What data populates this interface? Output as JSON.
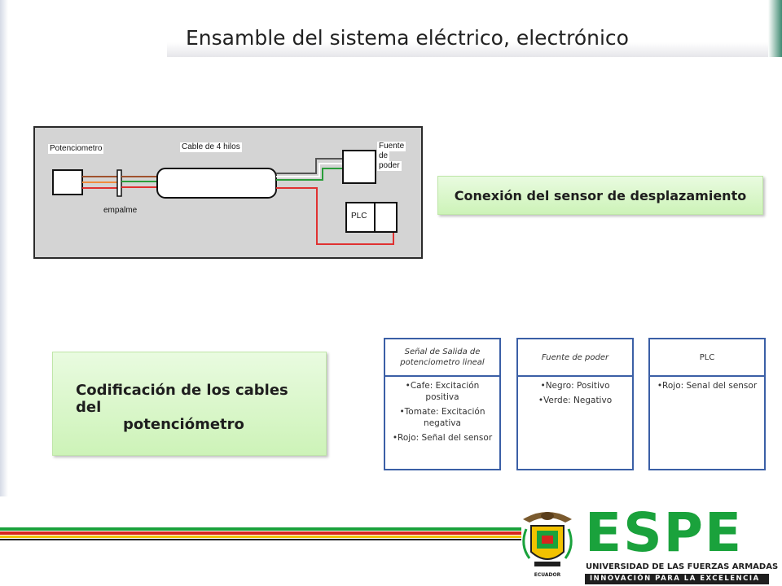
{
  "slide": {
    "title": "Ensamble del sistema eléctrico, electrónico"
  },
  "diagram": {
    "labels": {
      "potenciometro": "Potenciometro",
      "cable": "Cable de 4 hilos",
      "fuente_line1": "Fuente",
      "fuente_line2": "de",
      "fuente_line3": "poder",
      "empalme": "empalme",
      "plc": "PLC"
    },
    "wire_colors": {
      "brown": "#a0522d",
      "orange": "#f08a3c",
      "green": "#2a9d3a",
      "red": "#e03131"
    }
  },
  "callouts": {
    "conexion": "Conexión del sensor de desplazamiento",
    "codificacion_line1": "Codificación de los cables del",
    "codificacion_line2": "potenciómetro"
  },
  "cards": [
    {
      "header": "Señal de Salida de potenciometro lineal",
      "items": [
        "•Cafe: Excitación positiva",
        "•Tomate: Excitación negativa",
        "•Rojo: Señal del sensor"
      ]
    },
    {
      "header": "Fuente de poder",
      "items": [
        "•Negro: Positivo",
        "•Verde: Negativo"
      ]
    },
    {
      "header": "PLC",
      "items": [
        "•Rojo: Senal del sensor"
      ]
    }
  ],
  "logo": {
    "wordmark": "ESPE",
    "university": "UNIVERSIDAD DE LAS FUERZAS ARMADAS",
    "tagline": "INNOVACIÓN PARA LA EXCELENCIA",
    "shield_caption": "ECUADOR",
    "colors": {
      "green": "#1aa23c",
      "yellow": "#f2c200",
      "red": "#d7261e",
      "dark": "#1f1f1f"
    }
  }
}
